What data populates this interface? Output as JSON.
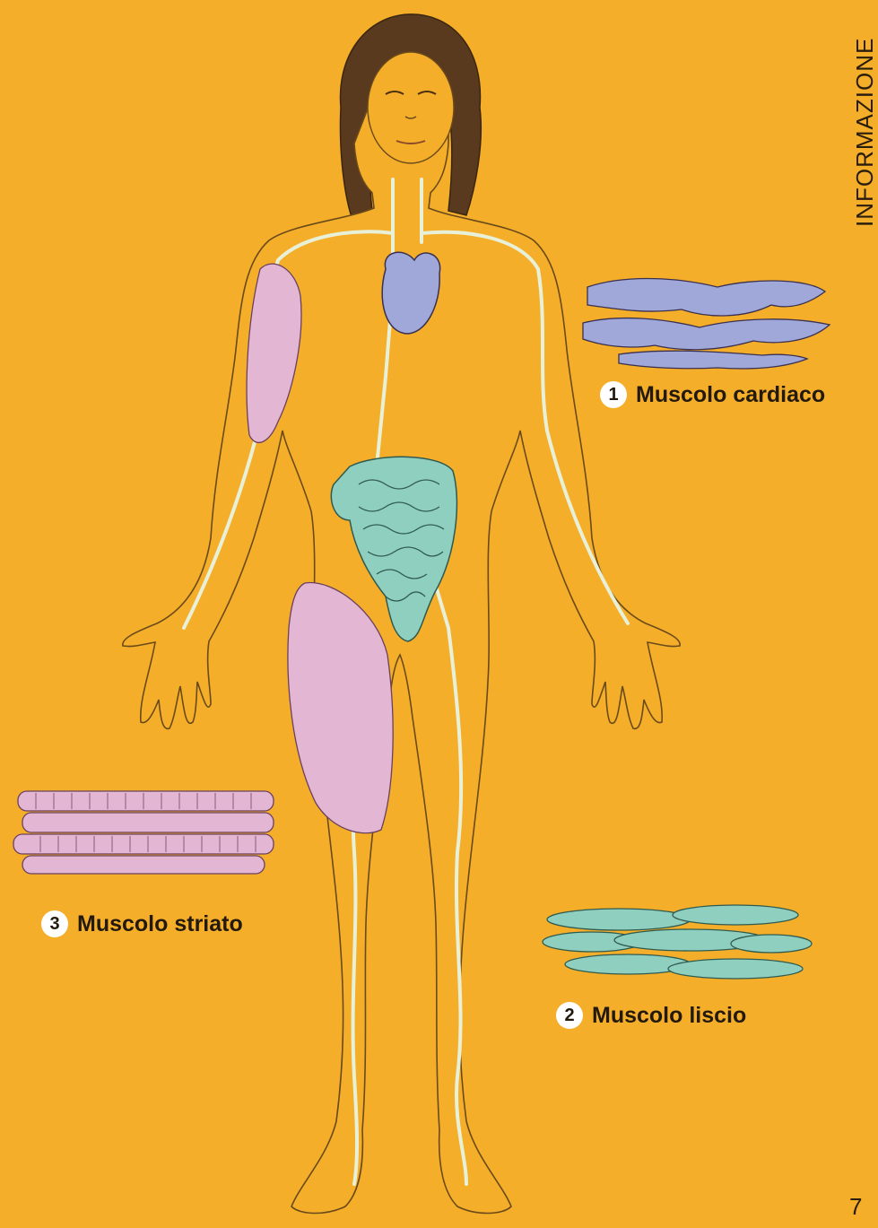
{
  "side_label": "INFORMAZIONE",
  "page_number": "7",
  "labels": [
    {
      "number": "1",
      "text": "Muscolo cardiaco"
    },
    {
      "number": "2",
      "text": "Muscolo liscio"
    },
    {
      "number": "3",
      "text": "Muscolo striato"
    }
  ],
  "colors": {
    "background": "#F4AE2A",
    "cardiac": "#9FA8D8",
    "smooth": "#8FCFBF",
    "striated": "#E3B6D3",
    "vessels": "#E8F0D8",
    "outline": "#6B4A1A"
  }
}
